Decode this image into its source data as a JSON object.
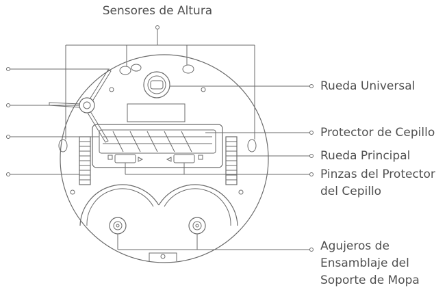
{
  "labels": {
    "height_sensors": "Sensores de Altura",
    "universal_wheel": "Rueda Universal",
    "brush_guard": "Protector de Cepillo",
    "main_wheel": "Rueda Principal",
    "brush_guard_clips_line1": "Pinzas del Protector",
    "brush_guard_clips_line2": "del Cepillo",
    "mop_mount_holes_line1": "Agujeros de",
    "mop_mount_holes_line2": "Ensamblaje del",
    "mop_mount_holes_line3": "Soporte de Mopa"
  },
  "colors": {
    "line": "#6a6a6a",
    "text": "#505050",
    "background": "#ffffff"
  }
}
